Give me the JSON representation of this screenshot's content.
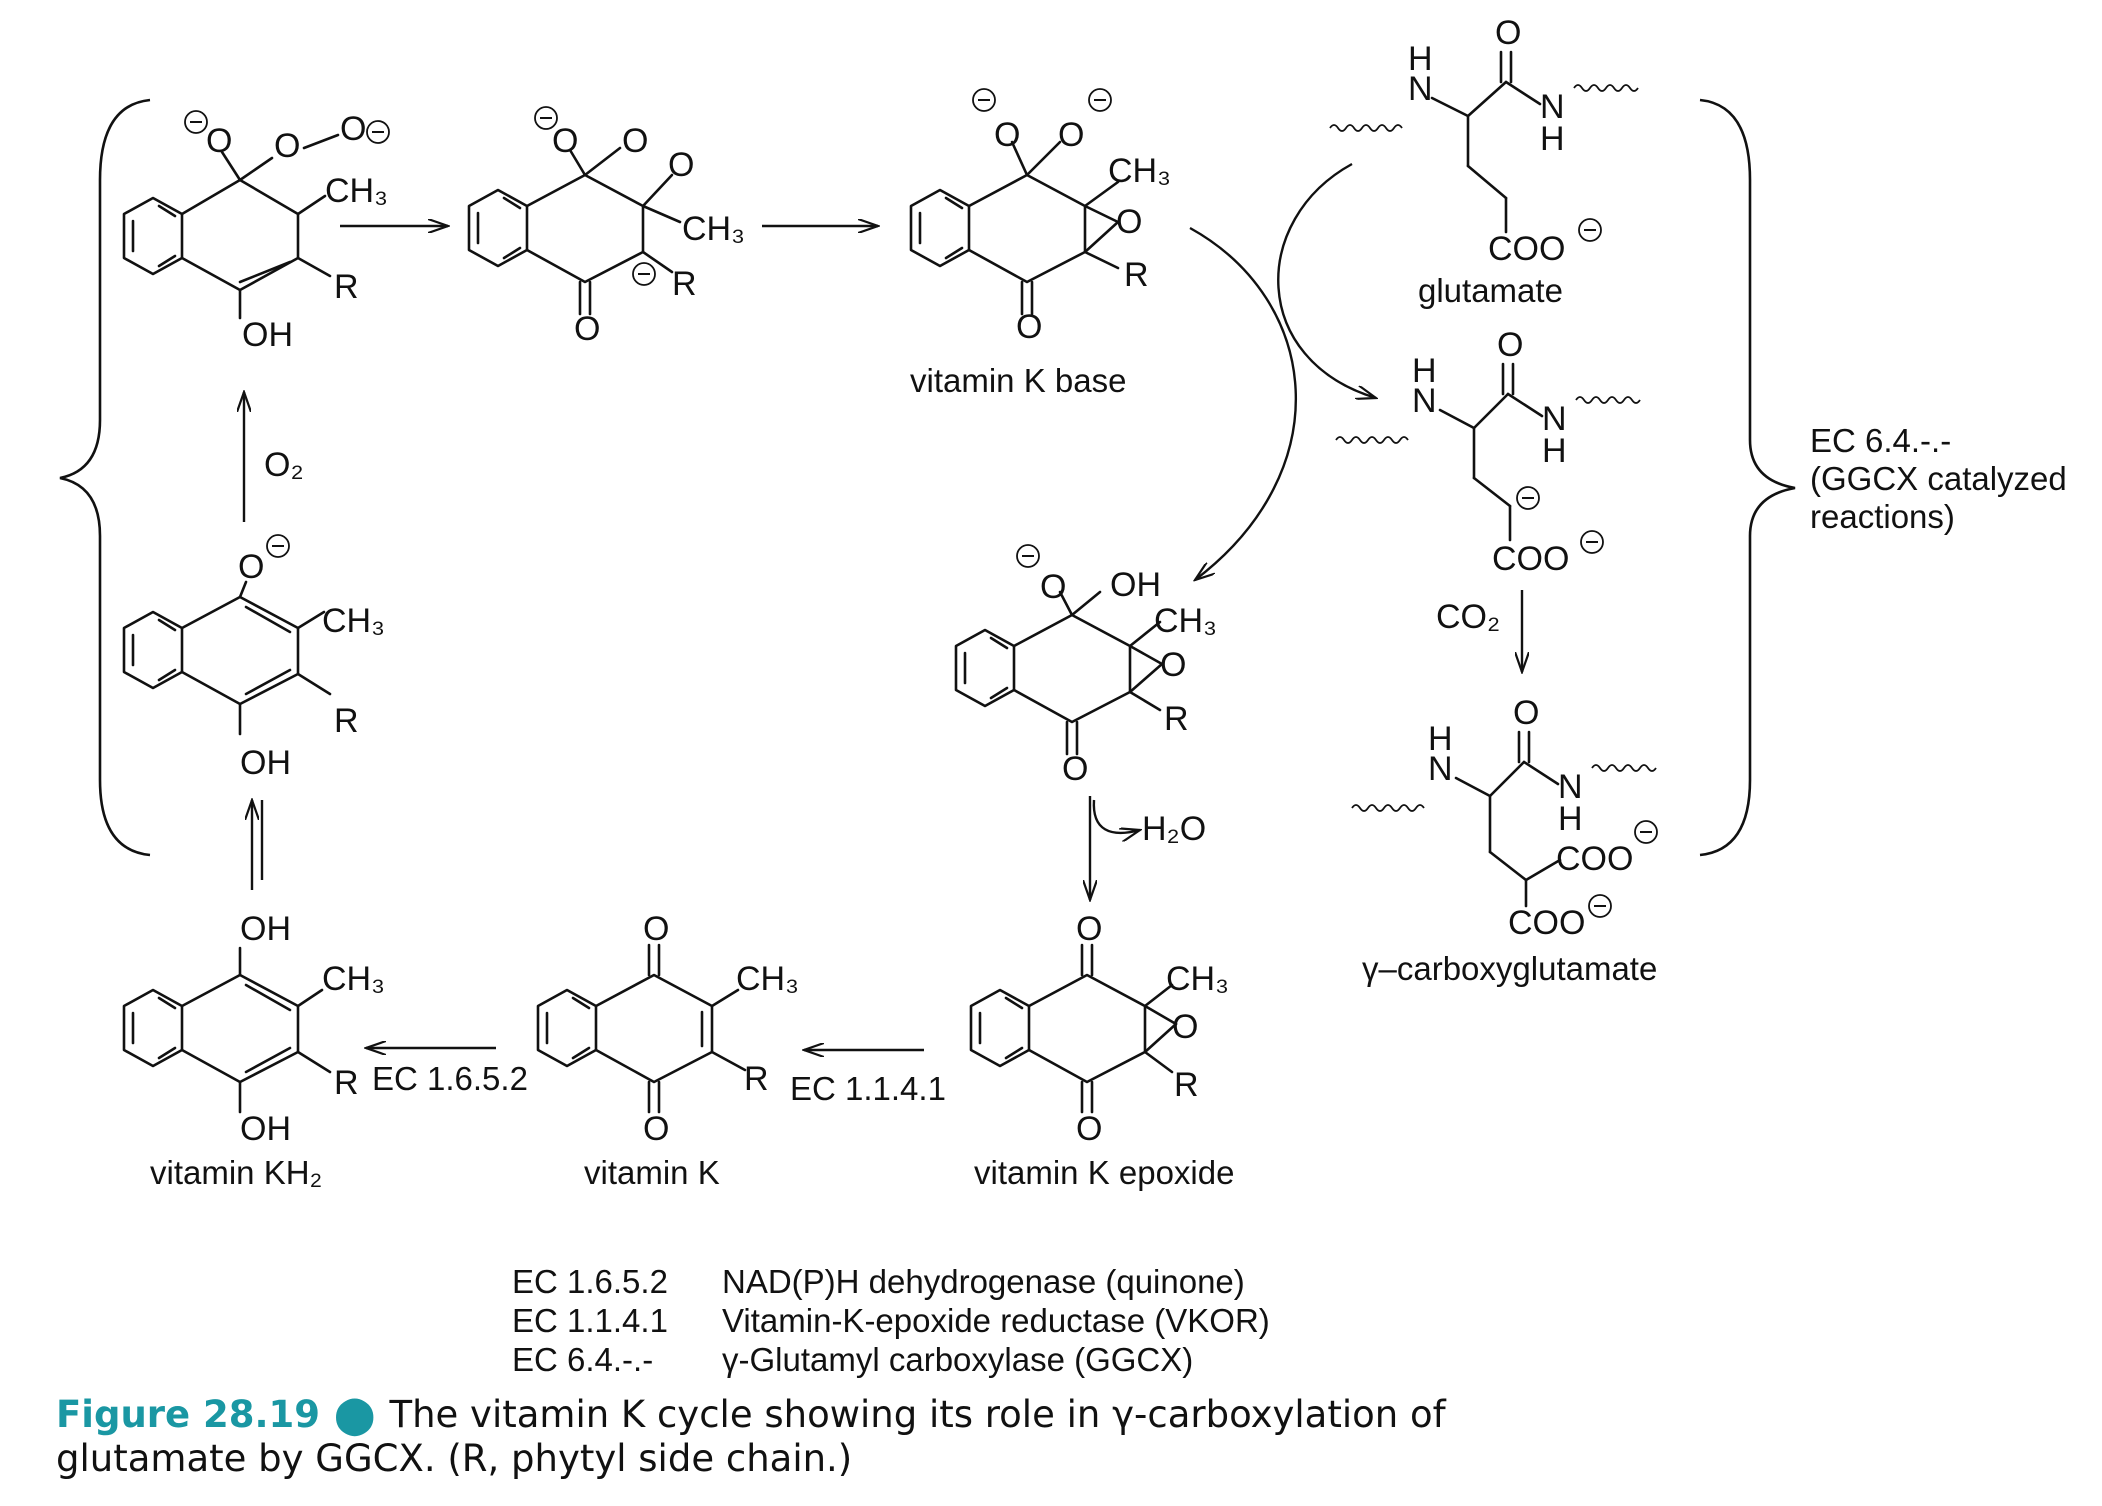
{
  "labels": {
    "vitamin_k_base": "vitamin K base",
    "glutamate": "glutamate",
    "gamma_carboxyglutamate": "γ–carboxyglutamate",
    "vitamin_kh2": "vitamin KH₂",
    "vitamin_k": "vitamin K",
    "vitamin_k_epoxide": "vitamin K epoxide",
    "ggcx_bracket": [
      "EC 6.4.-.-",
      "(GGCX catalyzed",
      "reactions)"
    ]
  },
  "reagents": {
    "o2": "O₂",
    "h2o": "H₂O",
    "co2": "CO₂",
    "ec_quinone": "EC 1.6.5.2",
    "ec_vkor": "EC 1.1.4.1"
  },
  "atoms": {
    "oxygen": "O",
    "hydroxyl": "OH",
    "methyl": "CH₃",
    "side_chain": "R",
    "nitrogen": "N",
    "hydrogen": "H",
    "carboxylate": "COO"
  },
  "legend": [
    {
      "ec": "EC 1.6.5.2",
      "name": "NAD(P)H dehydrogenase (quinone)"
    },
    {
      "ec": "EC 1.1.4.1",
      "name": "Vitamin-K-epoxide reductase (VKOR)"
    },
    {
      "ec": "EC 6.4.-.-",
      "name": "γ-Glutamyl carboxylase (GGCX)"
    }
  ],
  "caption": {
    "figure_number": "Figure 28.19",
    "text": "The vitamin K cycle showing its role in γ-carboxylation of glutamate by GGCX. (R, phytyl side chain.)"
  },
  "colors": {
    "caption_accent": "#1a97a3"
  }
}
